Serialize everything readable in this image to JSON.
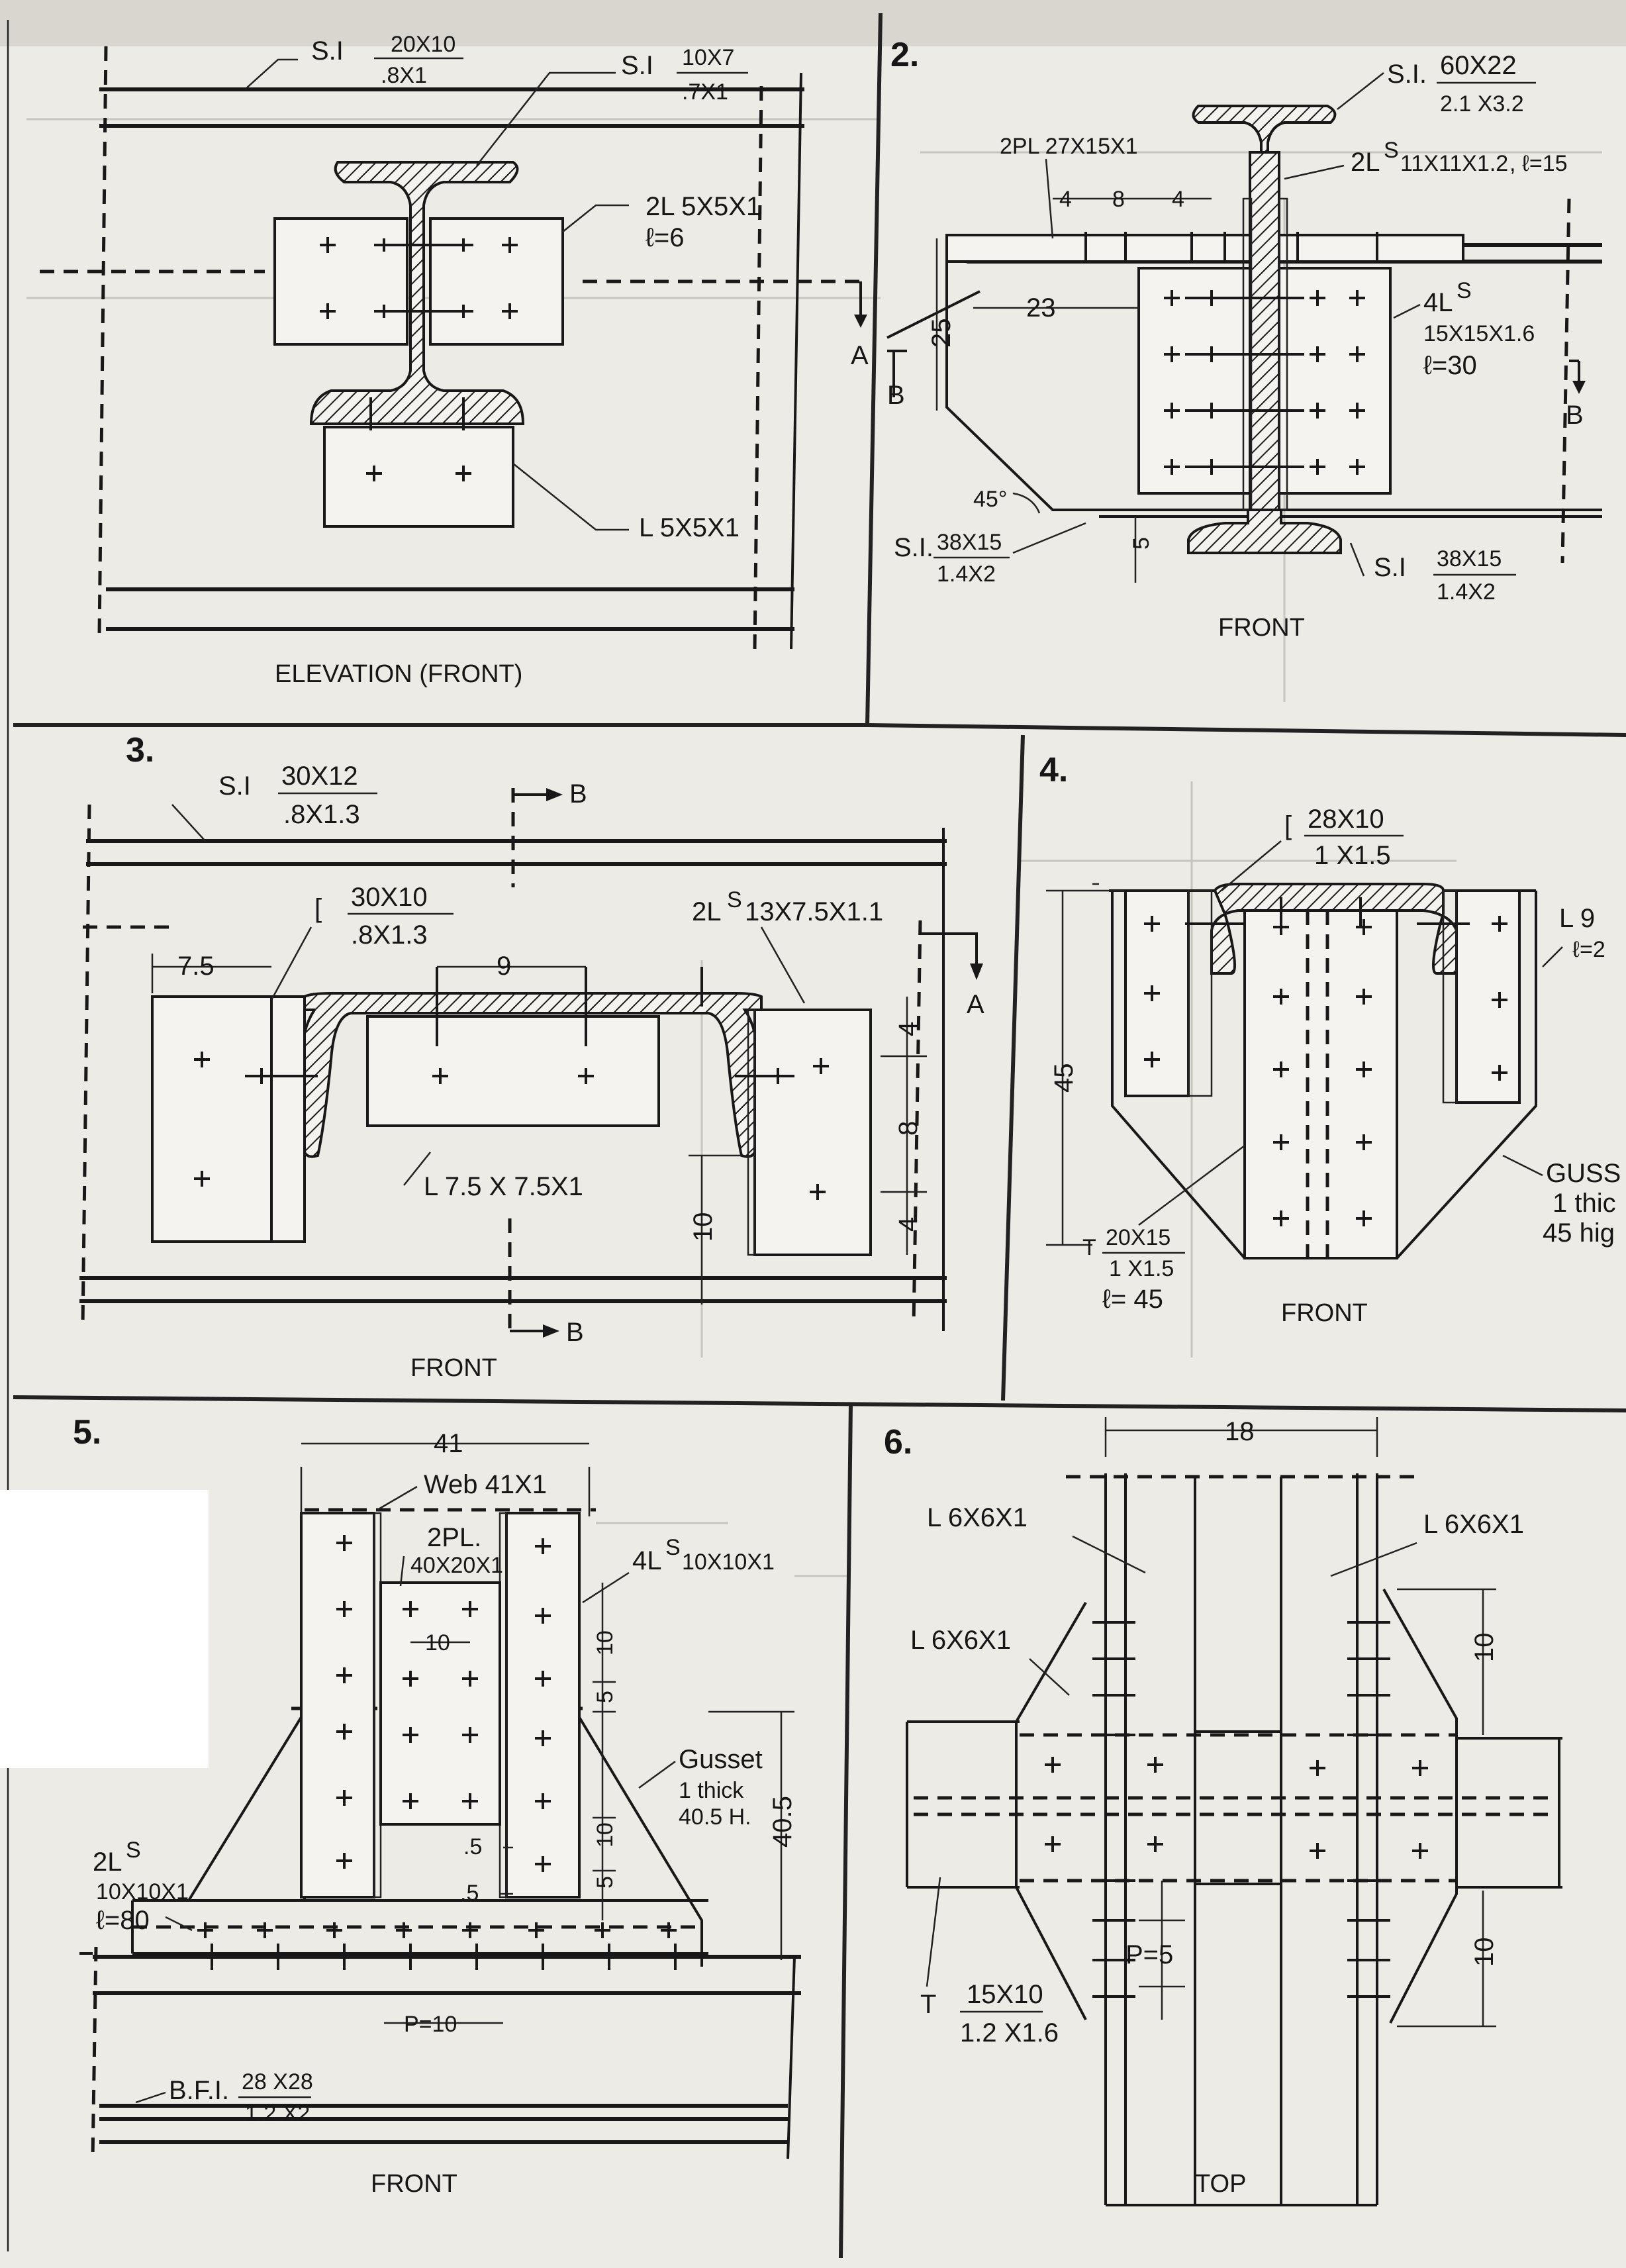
{
  "panels": {
    "p1": {
      "title": "ELEVATION (FRONT)",
      "top_chord": {
        "prefix": "S.I",
        "num": "20X10",
        "den": ".8X1"
      },
      "post": {
        "prefix": "S.I",
        "num": "10X7",
        "den": ".7X1"
      },
      "side_angles": {
        "l1": "2L 5X5X1",
        "l2": "ℓ=6"
      },
      "bottom_angle": "L 5X5X1",
      "section_mark": "A"
    },
    "p2": {
      "number": "2.",
      "title": "FRONT",
      "top_section": {
        "prefix": "S.I.",
        "num": "60X22",
        "den": "2.1 X3.2"
      },
      "plates": "2PL 27X15X1",
      "angles_web": {
        "l1": "2L",
        "sup": "S",
        "l2": "11X11X1.2",
        "l3": ", ℓ=15"
      },
      "spacing": [
        "4",
        "8",
        "4"
      ],
      "dim_23": "23",
      "dim_25": "25",
      "angles_4": {
        "l1": "4L",
        "sup": "S",
        "l2": "15X15X1.6",
        "l3": "ℓ=30"
      },
      "angle_45": "45°",
      "dim_5": "5",
      "bottom_left": {
        "prefix": "S.I.",
        "num": "38X15",
        "den": "1.4X2"
      },
      "bottom_right": {
        "prefix": "S.I",
        "num": "38X15",
        "den": "1.4X2"
      },
      "section_left": "B",
      "section_right": "B"
    },
    "p3": {
      "number": "3.",
      "title": "FRONT",
      "top_chord": {
        "prefix": "S.I",
        "num": "30X12",
        "den": ".8X1.3"
      },
      "channel": {
        "prefix": "[",
        "num": "30X10",
        "den": ".8X1.3"
      },
      "angles": {
        "l1": "2L",
        "sup": "S",
        "l2": "13X7.5X1.1"
      },
      "angle_bottom": "L 7.5 X 7.5X1",
      "dim_7_5": "7.5",
      "dim_9": "9",
      "dims_right": [
        "4",
        "8",
        "4"
      ],
      "dim_10": "10",
      "section_top": "B",
      "section_bottom": "B",
      "section_a": "A"
    },
    "p4": {
      "number": "4.",
      "title": "FRONT",
      "channel": {
        "prefix": "[",
        "num": "28X10",
        "den": "1 X1.5"
      },
      "dim_45": "45",
      "tee": {
        "prefix": "T",
        "num": "20X15",
        "den": "1 X1.5",
        "len": "ℓ= 45"
      },
      "angle_right": {
        "l1": "L 9",
        "l2": "ℓ=2"
      },
      "gusset": {
        "l1": "GUSS",
        "l2": "1 thic",
        "l3": "45 hig"
      }
    },
    "p5": {
      "number": "5.",
      "title": "FRONT",
      "dim_41": "41",
      "web": "Web 41X1",
      "plates": {
        "l1": "2PL.",
        "l2": "40X20X1"
      },
      "angles": {
        "l1": "4L",
        "sup": "S",
        "l2": "10X10X1"
      },
      "dim_10_inner": "10",
      "dims_right": [
        "10",
        "5",
        "10",
        "5"
      ],
      "dim_5a": ".5",
      "dim_5b": ".5",
      "gusset": {
        "l1": "Gusset",
        "l2": "1 thick",
        "l3": "40.5 H."
      },
      "dim_40_5": "40.5",
      "bottom_angles": {
        "l1": "2L",
        "sup": "S",
        "l2": "10X10X1",
        "l3": "ℓ=80"
      },
      "pitch": "P=10",
      "flange": {
        "prefix": "B.F.I.",
        "num": "28 X28",
        "den": "1.2 X2"
      }
    },
    "p6": {
      "number": "6.",
      "title": "TOP",
      "dim_18": "18",
      "angle_tl": "L 6X6X1",
      "angle_tr": "L 6X6X1",
      "angle_ml": "L 6X6X1",
      "dim_10_top": "10",
      "dim_10_bot": "10",
      "pitch": "P=5",
      "tee": {
        "prefix": "T",
        "num": "15X10",
        "den": "1.2 X1.6"
      }
    }
  }
}
